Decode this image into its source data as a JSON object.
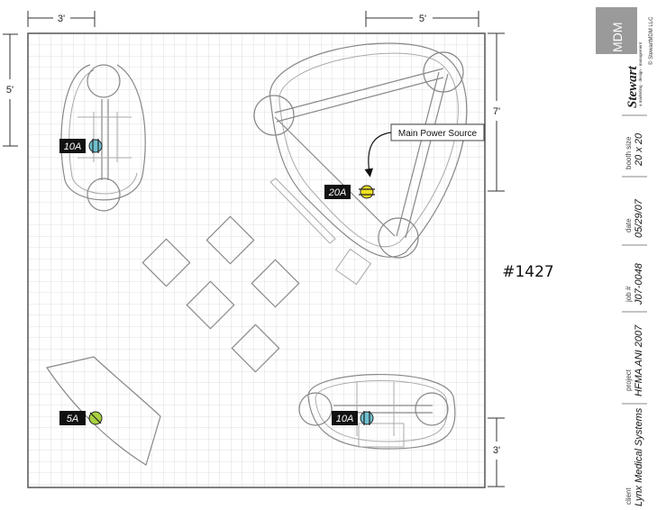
{
  "plan": {
    "booth_number": "#1427",
    "callout": "Main Power Source"
  },
  "dimensions": {
    "top_left": "3'",
    "top_right": "5'",
    "left": "5'",
    "right_upper": "7'",
    "right_lower": "3'"
  },
  "power": [
    {
      "label": "10A",
      "color": "#6fc0d0"
    },
    {
      "label": "20A",
      "color": "#f0e020"
    },
    {
      "label": "5A",
      "color": "#a8d040"
    },
    {
      "label": "10A",
      "color": "#6fc0d0"
    }
  ],
  "titleblock": {
    "logo_word": "Stewart",
    "logo_box": "MDM",
    "logo_tagline": "a marketing · design · management",
    "copyright": "© StewartMDM LLC",
    "fields": [
      {
        "label": "booth size",
        "value": "20 x 20"
      },
      {
        "label": "date",
        "value": "05/29/07"
      },
      {
        "label": "job #",
        "value": "J07-0048"
      },
      {
        "label": "project",
        "value": "HFMA ANI 2007"
      },
      {
        "label": "client",
        "value": "Lynx Medical Systems"
      }
    ]
  }
}
